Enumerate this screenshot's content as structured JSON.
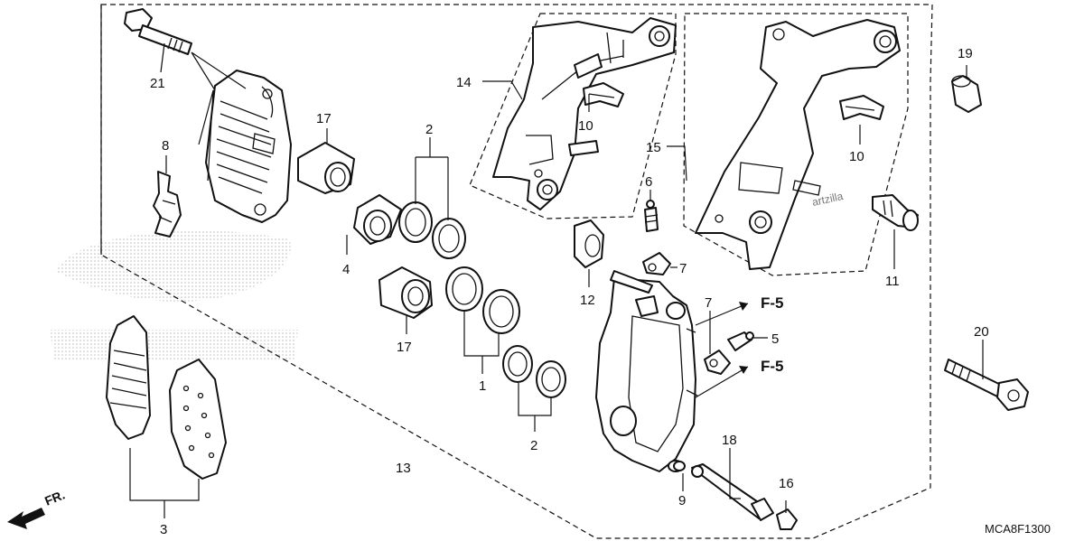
{
  "diagram_code": "MCA8F1300",
  "watermark": "artzilla",
  "front_indicator": "FR.",
  "refs": {
    "f5_top": "F-5",
    "f5_bottom": "F-5"
  },
  "callouts": [
    {
      "id": "c21",
      "text": "21"
    },
    {
      "id": "c8",
      "text": "8"
    },
    {
      "id": "c17a",
      "text": "17"
    },
    {
      "id": "c4",
      "text": "4"
    },
    {
      "id": "c17b",
      "text": "17"
    },
    {
      "id": "c2a",
      "text": "2"
    },
    {
      "id": "c1",
      "text": "1"
    },
    {
      "id": "c2b",
      "text": "2"
    },
    {
      "id": "c14",
      "text": "14"
    },
    {
      "id": "c10a",
      "text": "10"
    },
    {
      "id": "c6",
      "text": "6"
    },
    {
      "id": "c7a",
      "text": "7"
    },
    {
      "id": "c12",
      "text": "12"
    },
    {
      "id": "c15",
      "text": "15"
    },
    {
      "id": "c10b",
      "text": "10"
    },
    {
      "id": "c11",
      "text": "11"
    },
    {
      "id": "c19",
      "text": "19"
    },
    {
      "id": "c20",
      "text": "20"
    },
    {
      "id": "c7b",
      "text": "7"
    },
    {
      "id": "c5",
      "text": "5"
    },
    {
      "id": "c18",
      "text": "18"
    },
    {
      "id": "c9",
      "text": "9"
    },
    {
      "id": "c16",
      "text": "16"
    },
    {
      "id": "c13",
      "text": "13"
    },
    {
      "id": "c3",
      "text": "3"
    }
  ]
}
